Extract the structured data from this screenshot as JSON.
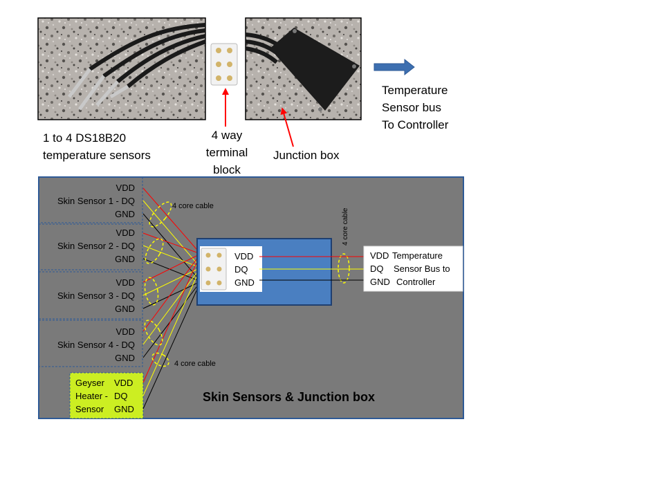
{
  "colors": {
    "panel_bg": "#7a7a7a",
    "panel_border": "#2e5a96",
    "junction_box": "#4a7fc1",
    "geyser_bg": "#ccee22",
    "vdd_wire": "#ff0000",
    "dq_wire": "#ffff00",
    "gnd_wire": "#000000",
    "arrow": "#ff0000",
    "bus_arrow": "#3d6fb0"
  },
  "top": {
    "sensors_caption": [
      "1 to 4 DS18B20",
      "temperature sensors"
    ],
    "terminal_caption": [
      "4 way",
      "terminal",
      "block"
    ],
    "junction_caption": "Junction box",
    "bus_caption": [
      "Temperature",
      "Sensor bus",
      "To Controller"
    ]
  },
  "sensors": [
    {
      "name": "Skin Sensor 1 -",
      "vdd": "VDD",
      "dq": "DQ",
      "gnd": "GND"
    },
    {
      "name": "Skin Sensor 2 -",
      "vdd": "VDD",
      "dq": "DQ",
      "gnd": "GND"
    },
    {
      "name": "Skin Sensor 3 -",
      "vdd": "VDD",
      "dq": "DQ",
      "gnd": "GND"
    },
    {
      "name": "Skin Sensor 4 -",
      "vdd": "VDD",
      "dq": "DQ",
      "gnd": "GND"
    }
  ],
  "geyser": {
    "line1": "Geyser",
    "line2": "Heater -",
    "line3": "Sensor",
    "vdd": "VDD",
    "dq": "DQ",
    "gnd": "GND"
  },
  "cable_label": "4 core cable",
  "junction": {
    "vdd": "VDD",
    "dq": "DQ",
    "gnd": "GND"
  },
  "bus": {
    "line1_a": "VDD",
    "line1_b": "Temperature",
    "line2_a": "DQ",
    "line2_b": "Sensor Bus to",
    "line3_a": "GND",
    "line3_b": "Controller"
  },
  "panel_title": "Skin Sensors & Junction box"
}
